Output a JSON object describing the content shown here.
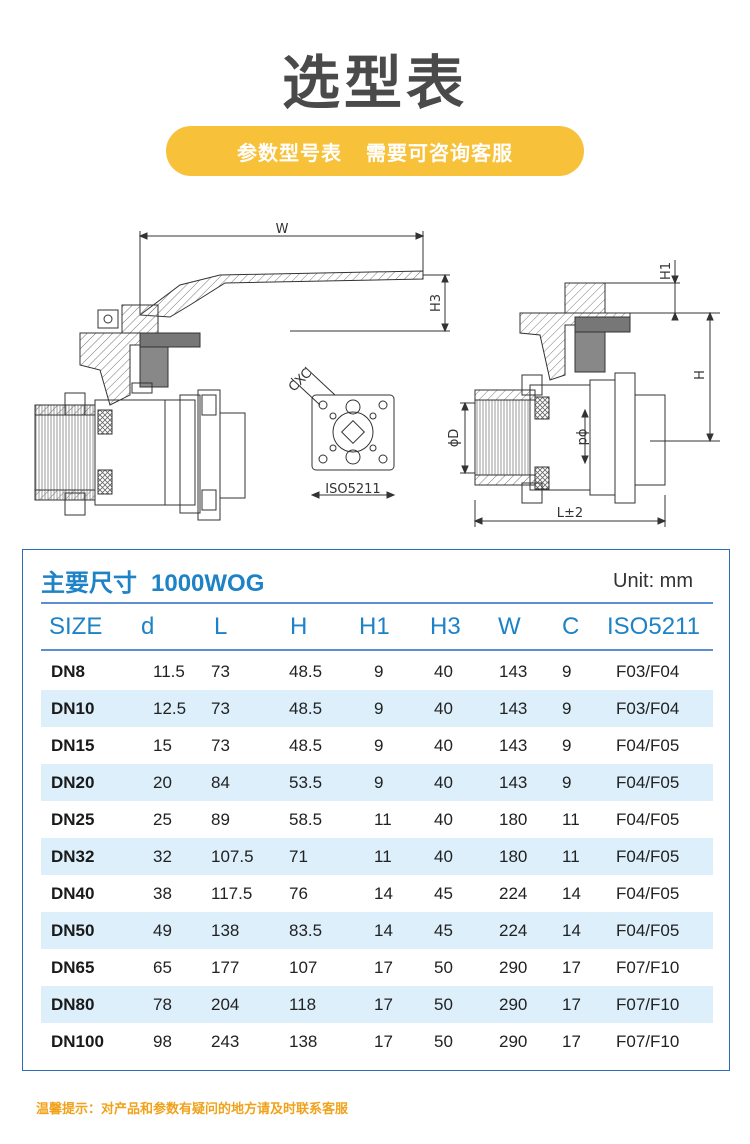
{
  "header": {
    "title": "选型表",
    "banner": {
      "left": "参数型号表",
      "right": "需要可咨询客服"
    }
  },
  "drawing": {
    "labels": {
      "W": "W",
      "H3": "H3",
      "H1": "H1",
      "H": "H",
      "CXC": "CXC",
      "ISO5211": "ISO5211",
      "D": "ϕD",
      "d": "ϕd",
      "L": "L±2"
    }
  },
  "table": {
    "title": "主要尺寸",
    "rating": "1000WOG",
    "unit": "Unit: mm",
    "columns": [
      "SIZE",
      "d",
      "L",
      "H",
      "H1",
      "H3",
      "W",
      "C",
      "ISO5211"
    ],
    "rows": [
      [
        "DN8",
        "11.5",
        "73",
        "48.5",
        "9",
        "40",
        "143",
        "9",
        "F03/F04"
      ],
      [
        "DN10",
        "12.5",
        "73",
        "48.5",
        "9",
        "40",
        "143",
        "9",
        "F03/F04"
      ],
      [
        "DN15",
        "15",
        "73",
        "48.5",
        "9",
        "40",
        "143",
        "9",
        "F04/F05"
      ],
      [
        "DN20",
        "20",
        "84",
        "53.5",
        "9",
        "40",
        "143",
        "9",
        "F04/F05"
      ],
      [
        "DN25",
        "25",
        "89",
        "58.5",
        "11",
        "40",
        "180",
        "11",
        "F04/F05"
      ],
      [
        "DN32",
        "32",
        "107.5",
        "71",
        "11",
        "40",
        "180",
        "11",
        "F04/F05"
      ],
      [
        "DN40",
        "38",
        "117.5",
        "76",
        "14",
        "45",
        "224",
        "14",
        "F04/F05"
      ],
      [
        "DN50",
        "49",
        "138",
        "83.5",
        "14",
        "45",
        "224",
        "14",
        "F04/F05"
      ],
      [
        "DN65",
        "65",
        "177",
        "107",
        "17",
        "50",
        "290",
        "17",
        "F07/F10"
      ],
      [
        "DN80",
        "78",
        "204",
        "118",
        "17",
        "50",
        "290",
        "17",
        "F07/F10"
      ],
      [
        "DN100",
        "98",
        "243",
        "138",
        "17",
        "50",
        "290",
        "17",
        "F07/F10"
      ]
    ]
  },
  "footer": {
    "note": "温馨提示：对产品和参数有疑问的地方请及时联系客服"
  },
  "colors": {
    "accent_blue": "#1d82c6",
    "banner_yellow": "#f8c13a",
    "row_alt": "#ddeffb",
    "note_orange": "#f0a21b"
  }
}
